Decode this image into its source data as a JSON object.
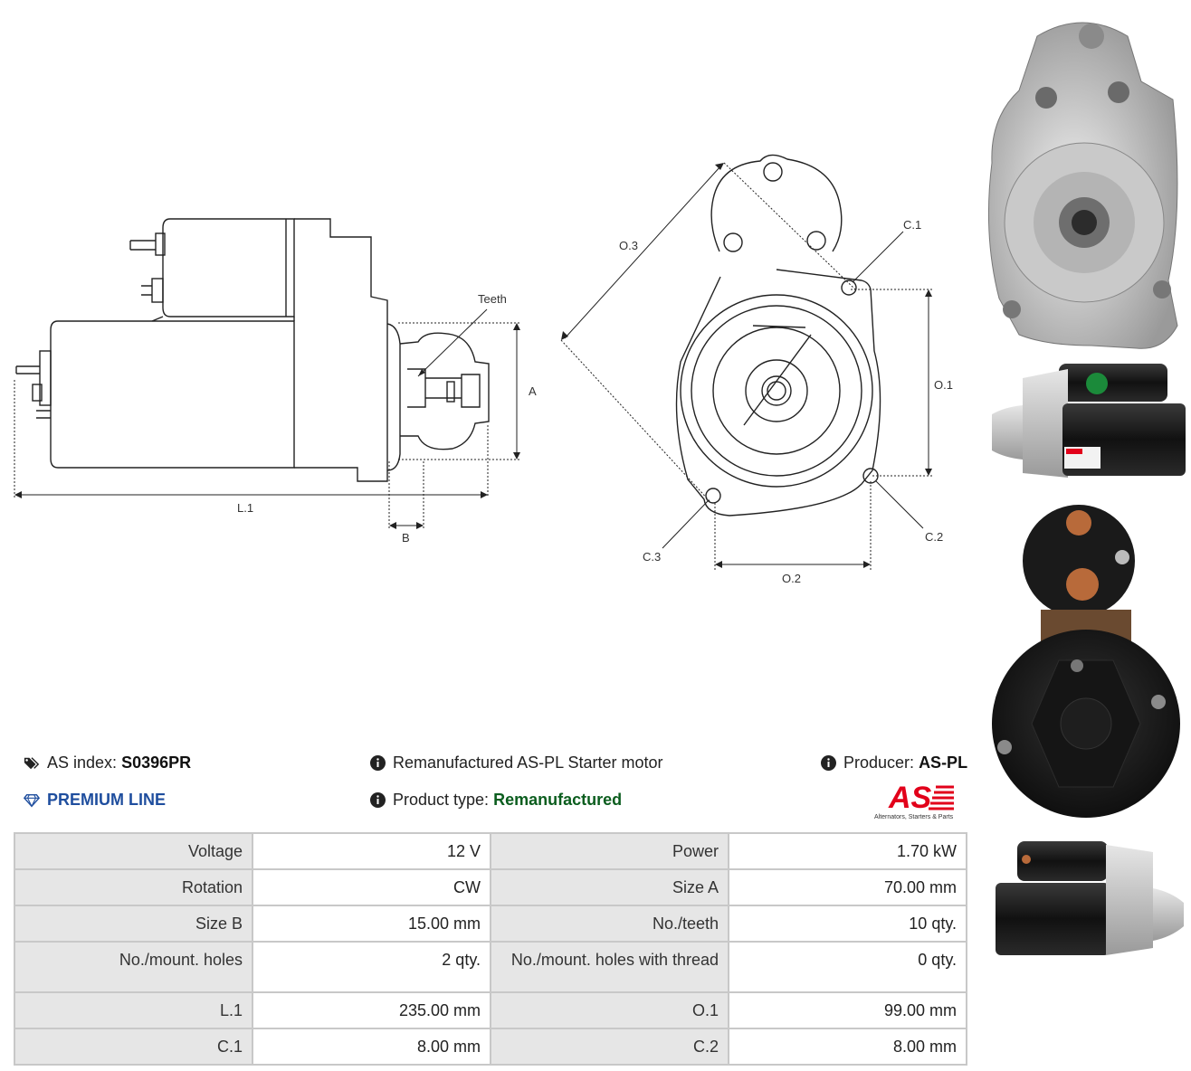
{
  "diagram_labels": {
    "teeth": "Teeth",
    "a": "A",
    "b": "B",
    "l1": "L.1",
    "o1": "O.1",
    "o2": "O.2",
    "o3": "O.3",
    "c1": "C.1",
    "c2": "C.2",
    "c3": "C.3"
  },
  "header": {
    "as_index_label": "AS index:",
    "as_index_value": "S0396PR",
    "description": "Remanufactured AS-PL Starter motor",
    "producer_label": "Producer:",
    "producer_value": "AS-PL",
    "premium": "PREMIUM LINE",
    "product_type_label": "Product type:",
    "product_type_value": "Remanufactured",
    "logo_text": "AS",
    "logo_tagline": "Alternators, Starters & Parts"
  },
  "colors": {
    "premium_blue": "#1f4e9e",
    "product_type_green": "#0b5d1e",
    "logo_red": "#e2001a",
    "table_key_bg": "#e6e6e6",
    "table_border": "#c8c8c8"
  },
  "icons": {
    "tags": "tags-icon",
    "info": "info-icon",
    "diamond": "diamond-icon"
  },
  "specs": [
    {
      "k1": "Voltage",
      "v1": "12 V",
      "k2": "Power",
      "v2": "1.70 kW"
    },
    {
      "k1": "Rotation",
      "v1": "CW",
      "k2": "Size A",
      "v2": "70.00 mm"
    },
    {
      "k1": "Size B",
      "v1": "15.00 mm",
      "k2": "No./teeth",
      "v2": "10 qty."
    },
    {
      "k1": "No./mount. holes",
      "v1": "2 qty.",
      "k2": "No./mount. holes with thread",
      "v2": "0 qty."
    },
    {
      "k1": "L.1",
      "v1": "235.00 mm",
      "k2": "O.1",
      "v2": "99.00 mm"
    },
    {
      "k1": "C.1",
      "v1": "8.00 mm",
      "k2": "C.2",
      "v2": "8.00 mm"
    }
  ]
}
